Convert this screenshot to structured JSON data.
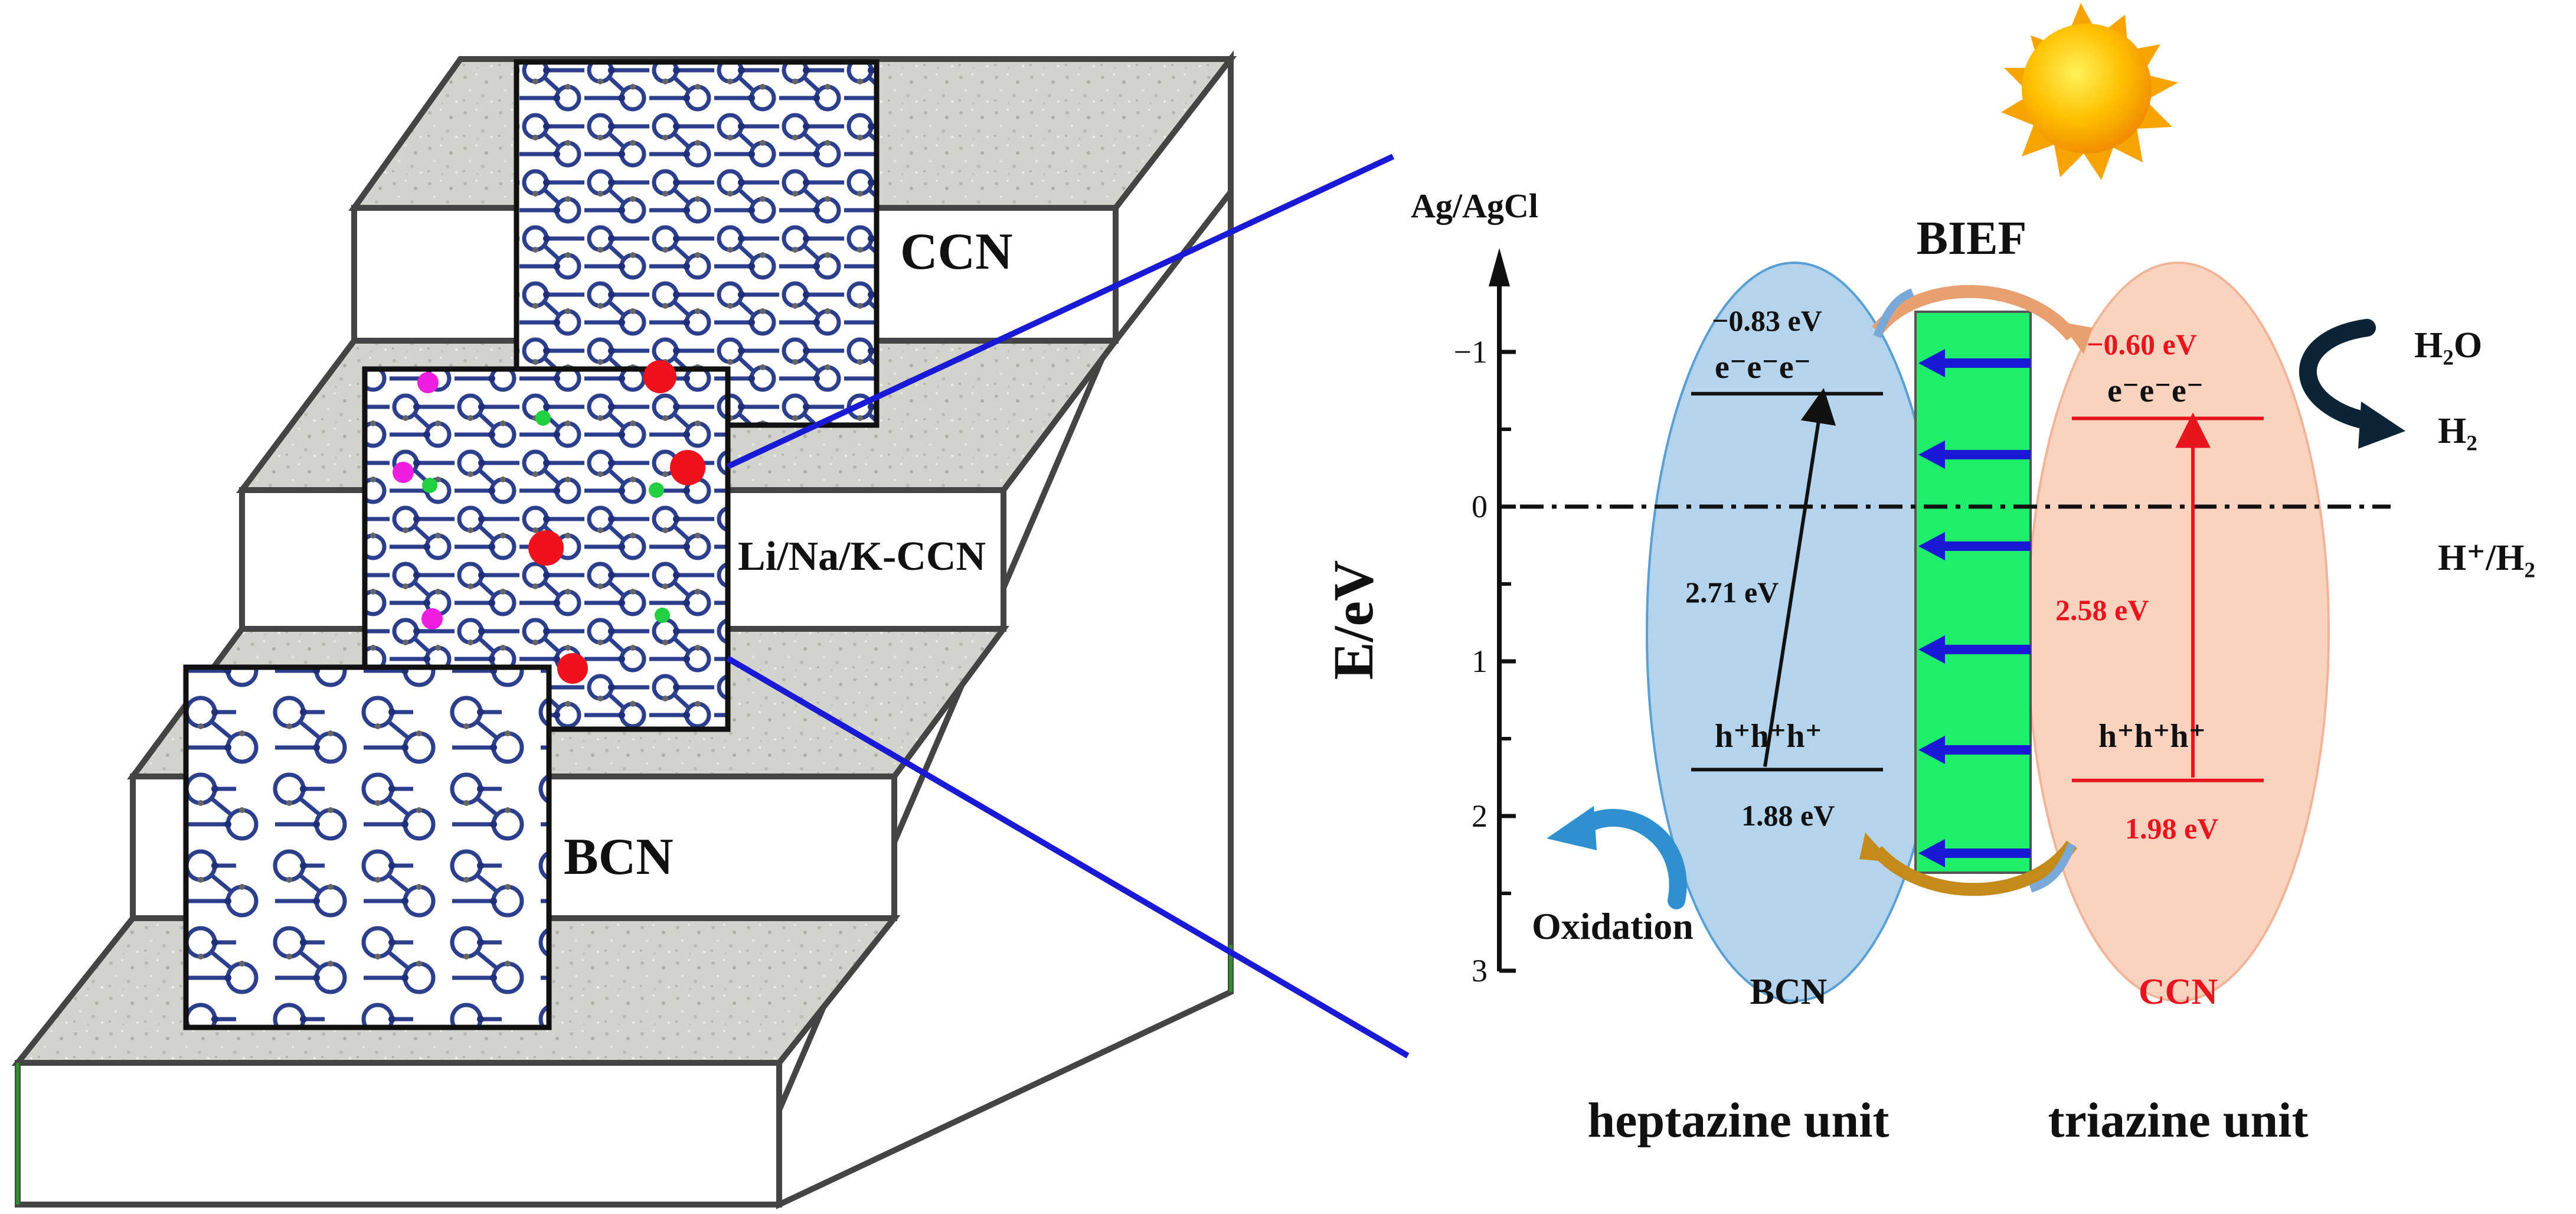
{
  "left_panel": {
    "layers": [
      {
        "label": "CCN"
      },
      {
        "label": "Li/Na/K-CCN"
      },
      {
        "label": "BCN"
      }
    ]
  },
  "energy_diagram": {
    "reference_label": "Ag/AgCl",
    "axis_label": "E/eV",
    "y_ticks": [
      {
        "value": -1,
        "label": "−1"
      },
      {
        "value": 0,
        "label": "0"
      },
      {
        "value": 1,
        "label": "1"
      },
      {
        "value": 2,
        "label": "2"
      },
      {
        "value": 3,
        "label": "3"
      }
    ],
    "field_label": "BIEF",
    "left_material": {
      "name": "BCN",
      "unit": "heptazine unit",
      "cb_label": "−0.83 eV",
      "cb": -0.73,
      "vb": 1.7,
      "vb_label": "1.88 eV",
      "gap_label": "2.71 eV",
      "electrons": "e⁻e⁻e⁻",
      "holes": "h⁺h⁺h⁺",
      "color": "#b4d3ec"
    },
    "right_material": {
      "name": "CCN",
      "unit": "triazine unit",
      "cb_label": "−0.60 eV",
      "cb": -0.57,
      "vb": 1.77,
      "vb_label": "1.98 eV",
      "gap_label": "2.58 eV",
      "electrons": "e⁻e⁻e⁻",
      "holes": "h⁺h⁺h⁺",
      "color": "#f9d3c0",
      "text_color": "#e8141e"
    },
    "reaction_reduction": {
      "reactant": "H₂O",
      "product": "H₂"
    },
    "redox_reference": "H⁺/H₂",
    "oxidation_label": "Oxidation"
  }
}
